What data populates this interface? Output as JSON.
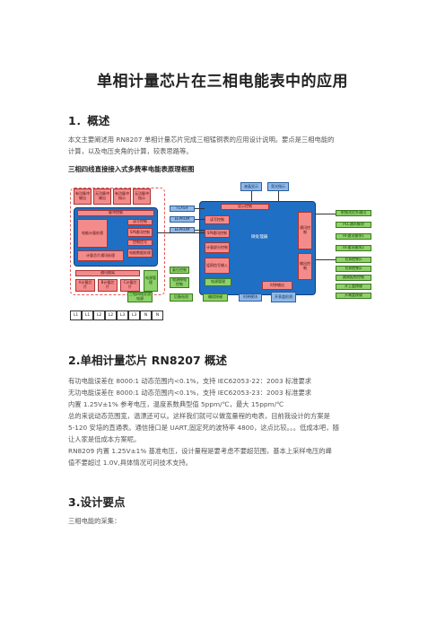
{
  "title": "单相计量芯片在三相电能表中的应用",
  "sections": {
    "s1": {
      "heading": "1．概述",
      "lines": [
        "本文主要阐述用 RN8207 单相计量芯片完成三相锰铜表的应用设计说明。要点是三相电能的",
        "计算，以及电压夹角的计算，较表思路等。"
      ],
      "diagram_caption": "三相四线直接接入式多费率电能表原理框图"
    },
    "s2": {
      "heading": "2.单相计量芯片 RN8207 概述",
      "lines": [
        "有功电能误差在 8000:1 动态范围内<0.1%，支持 IEC62053-22：2003 标准要求",
        "无功电能误差在 8000:1 动态范围内<0.1%，支持 IEC62053-23：2003  标准要求",
        "内置 1.25V±1%  参考电压，温度系数典型值 5ppm/℃，最大 15ppm/℃",
        "总的来说动态范围宽，温漂还可以。这样我们就可以做宽量程的电表，目前我设计的方案是",
        "5-120 安培的直通表。通信接口是 UART,固定死的波特率 4800，这点比较。。。低成本吧，随",
        "让人家是低成本方案呢。",
        "RN8209  内置 1.25V±1%    基准电压，设计量程是要考虑不要超范围，基本上采样电压的峰",
        "值不要超过 1.0V,具体情况可问技术支持。"
      ]
    },
    "s3": {
      "heading": "3.设计要点",
      "lines": [
        "三相电能的采集："
      ]
    }
  },
  "diagram": {
    "top_red": [
      "有功脉冲输出",
      "无功脉冲输出",
      "有功脉冲指示",
      "无功脉冲指示"
    ],
    "left": {
      "pulse_ctrl": "脉冲控制",
      "rw_ctrl": "读写控制",
      "energy_proc": "电能计量处理",
      "spi_ctrl": "SPI通讯控制",
      "ctrl_signal": "控制信号",
      "energy_data": "电能数据处理",
      "chip_comm": "计量芯片通讯处理",
      "comm_isolate": "通讯隔离",
      "chip_a": "A计量芯片",
      "chip_b": "B计量芯片",
      "chip_c": "C计量芯片",
      "power_mgmt": "电源管理"
    },
    "mid": {
      "flash": "FLASH",
      "eeprom1": "EEPROM",
      "eeprom2": "EEPROM",
      "rw_ctrl": "读写控制",
      "spi_ctrl": "SPI通讯控制",
      "clock_ctrl": "计量部分控制",
      "measure_sig": "锰铜信号输入",
      "reset": "复位控制",
      "power_down": "电源掉电控制",
      "power_mgmt": "电源管理"
    },
    "mcu": {
      "label": "微处理器",
      "display_ctrl": "显示控制",
      "comm_ctrl": "通讯控制",
      "output_ctrl": "输出控制",
      "timer_out": "时钟输出"
    },
    "top_right": [
      "液晶显示",
      "背光指示"
    ],
    "right": [
      "射频式红外通讯",
      "PLC通讯模块",
      "RF通讯模块1",
      "RF通讯模块2",
      "拉闸控制1",
      "拉闸控制2",
      "跳闸报警控制",
      "开上盖按键",
      "开端盖按键"
    ],
    "bottom": {
      "ac_input": "三相四线交流电源",
      "backup_batt": "后备电池",
      "program": "编程按键",
      "clock": "时钟模块",
      "board_detect": "开表盖检测"
    },
    "terminals": [
      "L1",
      "L1",
      "L2",
      "L2",
      "L3",
      "L3",
      "N",
      "N"
    ]
  }
}
